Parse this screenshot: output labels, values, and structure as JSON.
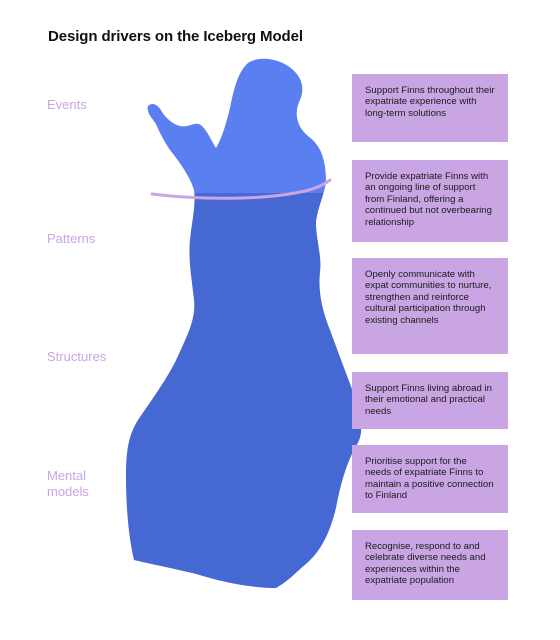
{
  "title": "Design drivers on the Iceberg Model",
  "colors": {
    "label": "#c9a6e3",
    "card_bg": "#c9a6e3",
    "map_top": "#5a7ff0",
    "map_bottom": "#4668d2",
    "waterline": "#c9a6e3"
  },
  "levels": [
    {
      "label": "Events"
    },
    {
      "label": "Patterns"
    },
    {
      "label": "Structures"
    },
    {
      "label": "Mental models"
    }
  ],
  "cards": [
    {
      "text": "Support Finns throughout their expatriate experience with long-term solutions"
    },
    {
      "text": "Provide expatriate Finns with an ongoing line of support from Finland, offering a continued but not overbearing relationship"
    },
    {
      "text": "Openly communicate with expat communities to nurture, strengthen and reinforce cultural participation through existing channels"
    },
    {
      "text": "Support Finns living abroad in their emotional and practical needs"
    },
    {
      "text": "Prioritise support for the needs of expatriate Finns to maintain a positive connection to Finland"
    },
    {
      "text": "Recognise, respond to and celebrate diverse needs and experiences within the expatriate population"
    }
  ]
}
